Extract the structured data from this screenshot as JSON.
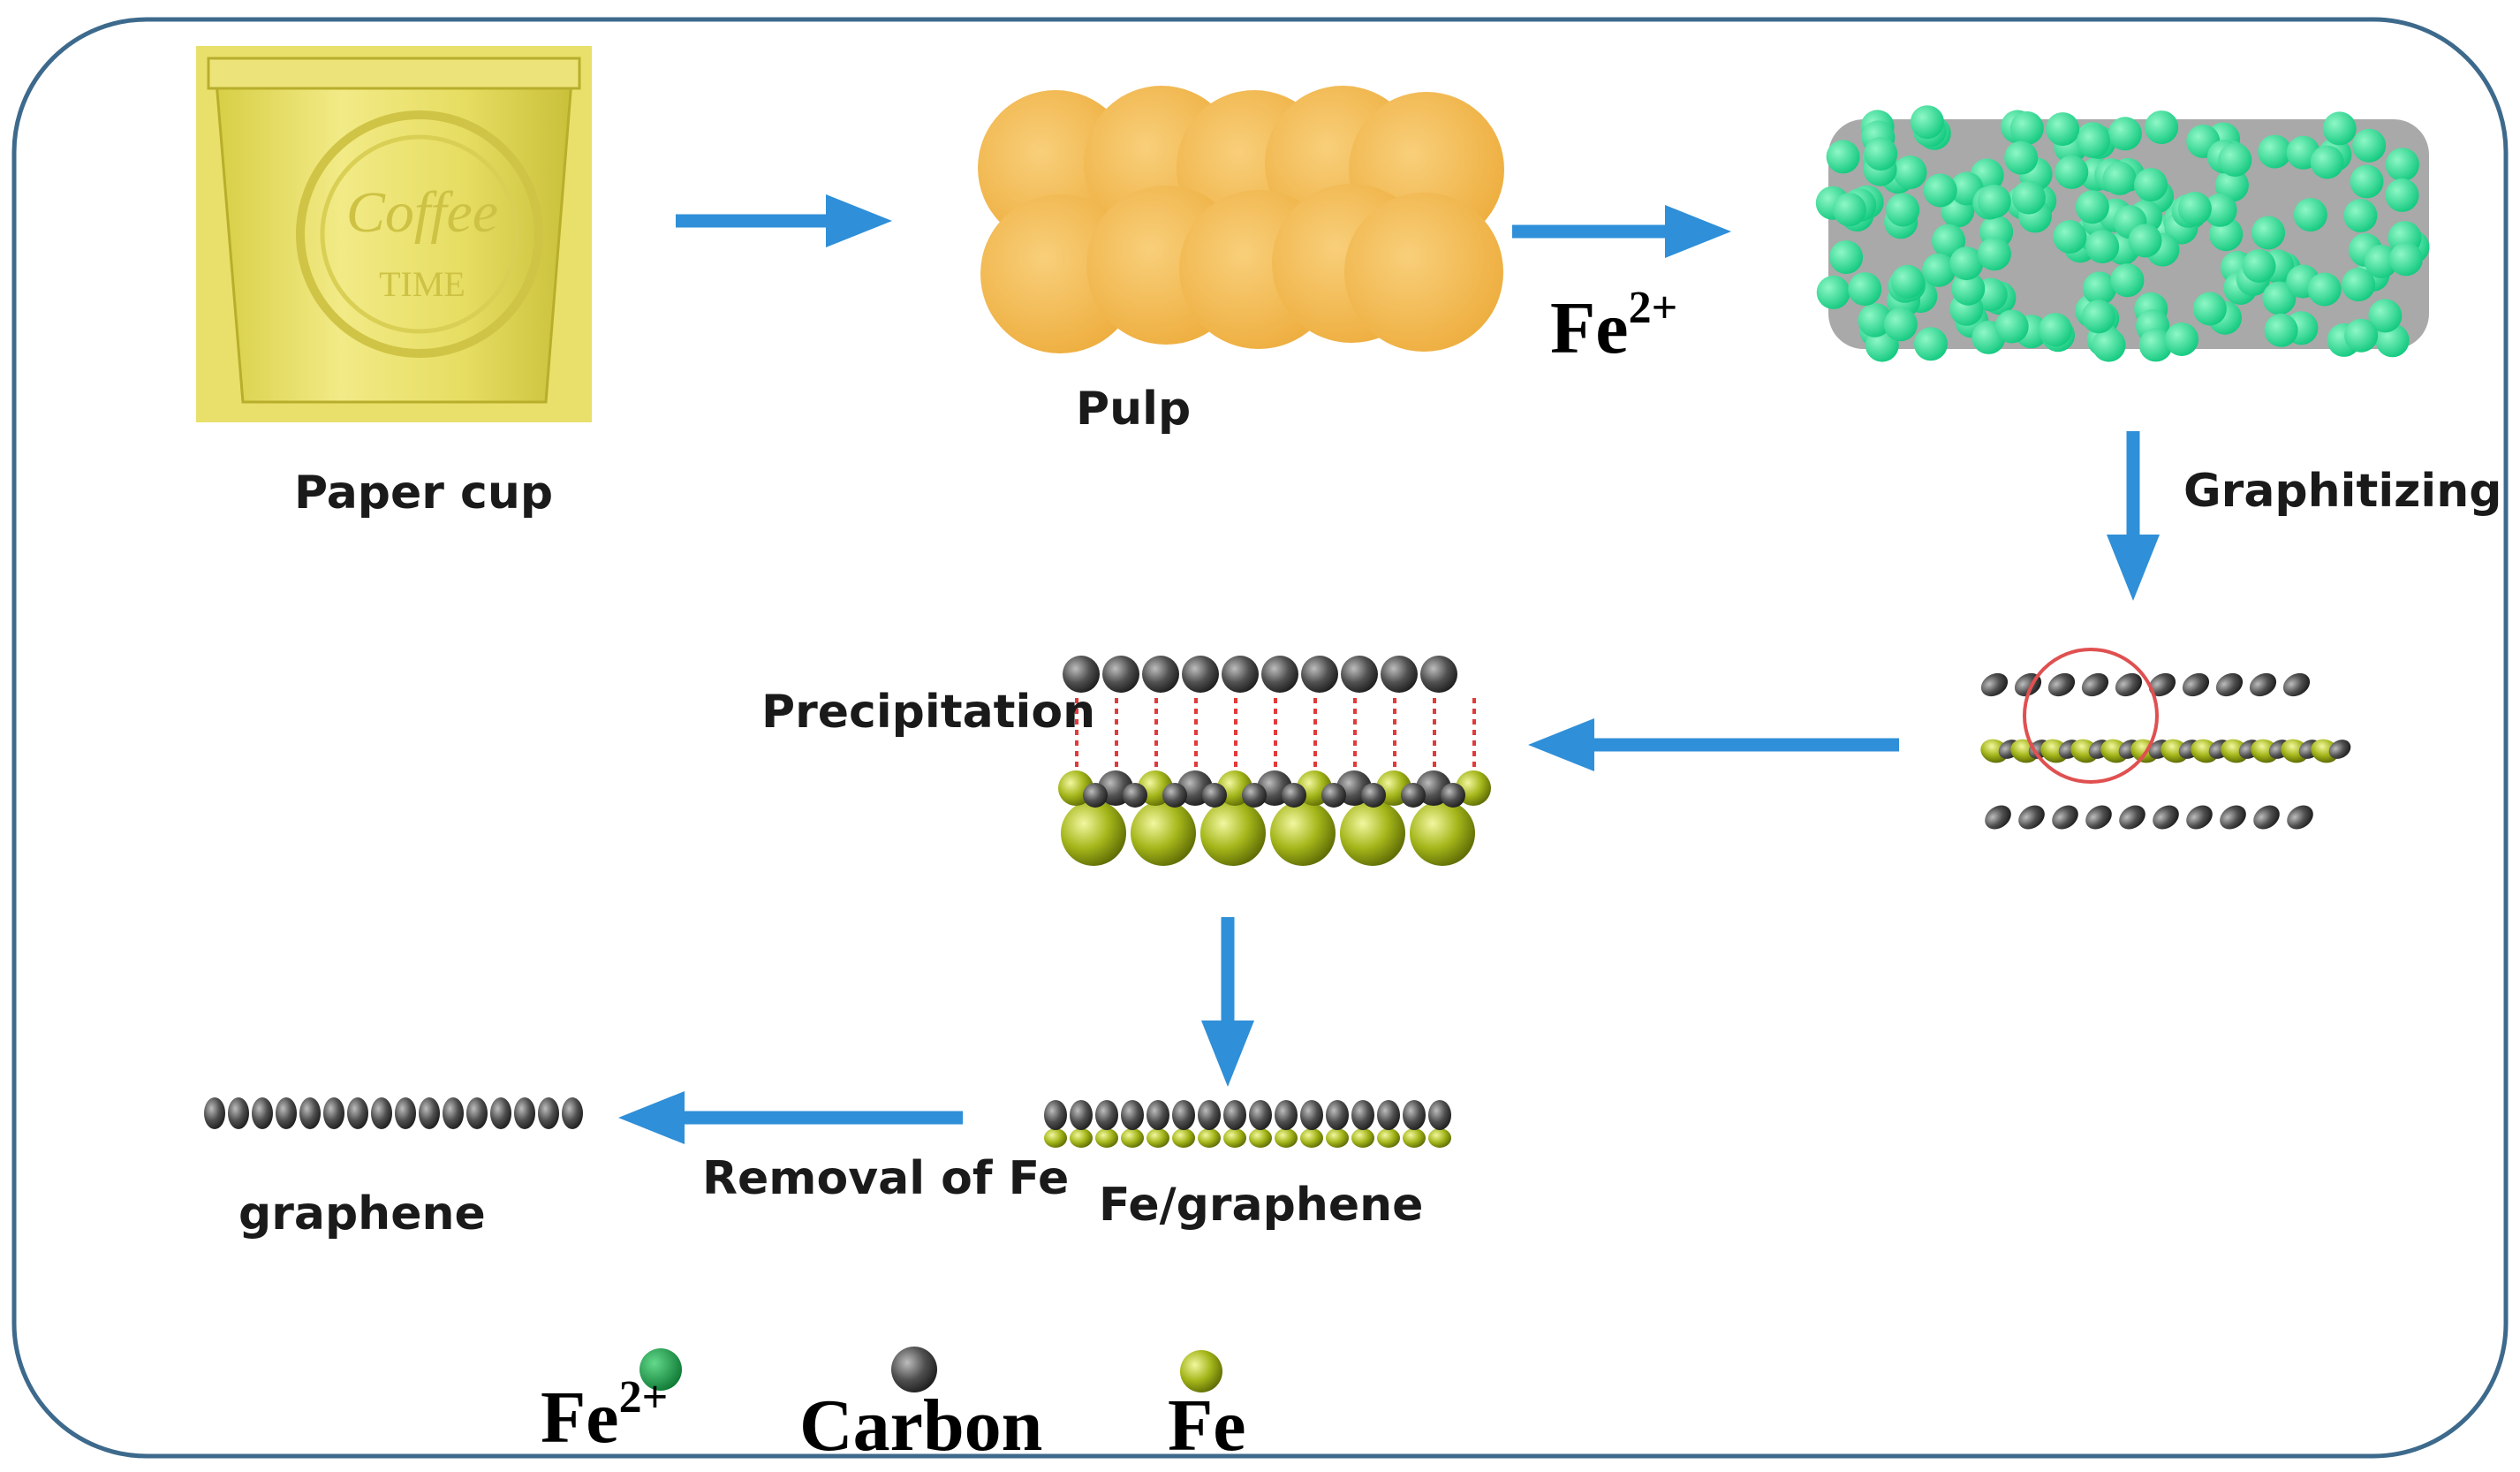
{
  "labels": {
    "paper_cup": "Paper cup",
    "pulp": "Pulp",
    "graphitizing": "Graphitizing",
    "precipitation": "Precipitation",
    "removal": "Removal of Fe",
    "fe_graphene": "Fe/graphene",
    "graphene": "graphene"
  },
  "reagent": {
    "base": "Fe",
    "charge": "2+"
  },
  "cup_text": {
    "line1": "Coffee",
    "line2": "TIME"
  },
  "legend": [
    {
      "base": "Fe",
      "charge": "2+",
      "color": "#1f9d4a"
    },
    {
      "base": "Carbon",
      "charge": "",
      "color": "#5f5f5f"
    },
    {
      "base": "Fe",
      "charge": "",
      "color": "#a9b510"
    }
  ],
  "colors": {
    "frame": "#3d6a8c",
    "arrow": "#2f8fd8",
    "cup": "#e8e06a",
    "pulp": "#f2b84d",
    "fe_ion": "#1fe89a",
    "carbon": "#4d4d4d",
    "iron": "#a3b61a"
  }
}
